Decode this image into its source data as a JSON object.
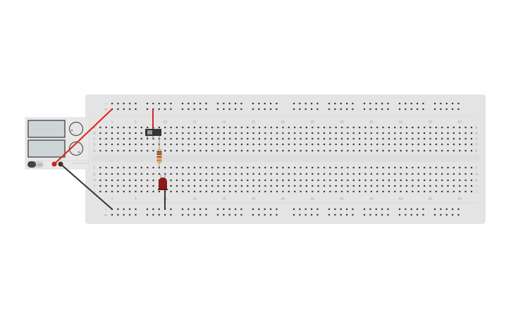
{
  "workspace": "circuit-editor",
  "breadboard": {
    "column_labels": [
      "1",
      "5",
      "10",
      "15",
      "20",
      "25",
      "30",
      "35",
      "40",
      "45",
      "50",
      "55",
      "60"
    ],
    "row_labels_top": [
      "A",
      "B",
      "C",
      "D",
      "E"
    ],
    "row_labels_bottom": [
      "F",
      "G",
      "H",
      "I",
      "J"
    ],
    "rail_minus": "−",
    "rail_plus": "+",
    "board_color": "#e4e4e4",
    "hole_color": "#3a3a3a"
  },
  "power_supply": {
    "switch_label": "OFF",
    "brand_label": "VOLTAGE SUPPLY",
    "positive_terminal_color": "#cc1f1f",
    "negative_terminal_color": "#333333"
  },
  "components": {
    "switch": "slide-switch",
    "resistor": "resistor",
    "led": {
      "color": "#8b1a1a"
    }
  },
  "wires": {
    "positive_color": "#e02020",
    "ground_color": "#333333"
  }
}
